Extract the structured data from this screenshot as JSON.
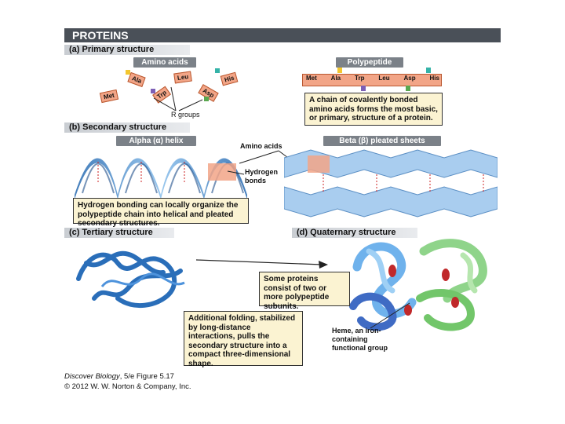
{
  "title": "PROTEINS",
  "sections": {
    "a": {
      "label": "(a) Primary structure"
    },
    "b": {
      "label": "(b) Secondary structure"
    },
    "c": {
      "label": "(c) Tertiary structure"
    },
    "d": {
      "label": "(d) Quaternary structure"
    }
  },
  "primary": {
    "amino_acids_label": "Amino acids",
    "polypeptide_label": "Polypeptide",
    "r_groups_label": "R groups",
    "free_amino_acids": [
      "Met",
      "Ala",
      "Trp",
      "Leu",
      "Asp",
      "His"
    ],
    "chain": [
      "Met",
      "Ala",
      "Trp",
      "Leu",
      "Asp",
      "His"
    ],
    "callout": "A chain of covalently bonded amino acids forms the most basic, or primary, structure of a protein."
  },
  "secondary": {
    "alpha_label": "Alpha (α) helix",
    "beta_label": "Beta (β) pleated sheets",
    "amino_acids_label": "Amino acids",
    "hydrogen_bonds_label": "Hydrogen bonds",
    "callout": "Hydrogen bonding can locally organize the polypeptide chain into helical and pleated secondary structures."
  },
  "tertiary": {
    "callout": "Additional folding, stabilized by long-distance interactions, pulls the secondary structure into a compact three-dimensional shape."
  },
  "quaternary": {
    "callout": "Some proteins consist of two or more polypeptide subunits.",
    "heme_label": "Heme, an iron-containing functional group"
  },
  "credits": {
    "line1_italic": "Discover Biology",
    "line1_rest": ", 5/e Figure 5.17",
    "line2": "© 2012 W. W. Norton & Company, Inc."
  },
  "colors": {
    "title_bar": "#4a5058",
    "section_bar": "#c9cdd2",
    "callout_bg": "#fbf3d2",
    "amino_acid": "#f2a587",
    "helix_blue": "#4a8fd0",
    "sheet_blue": "#a9cdef",
    "subunit_green": "#8fd48a",
    "heme_red": "#c0282a"
  }
}
